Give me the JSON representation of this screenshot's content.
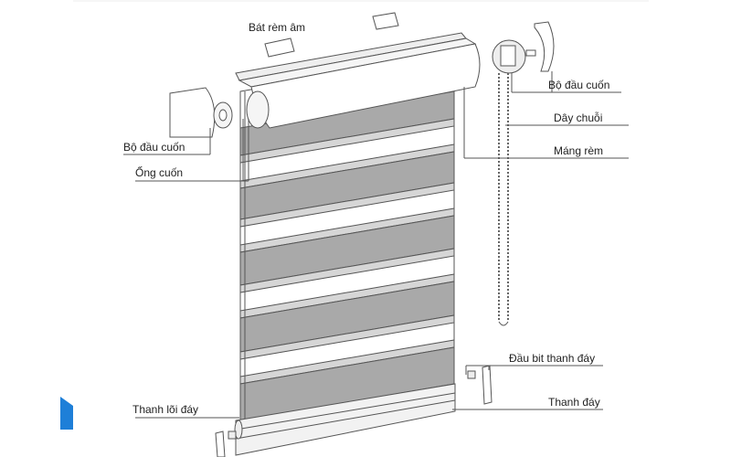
{
  "diagram": {
    "subject": "roller-blind-exploded-view",
    "labels": {
      "bracket": "Bát rèm âm",
      "end_cap_right": "Bộ đầu cuốn",
      "chain": "Dây chuỗi",
      "cassette": "Máng rèm",
      "end_cap_left": "Bộ đầu cuốn",
      "roller_tube": "Ống cuốn",
      "bottom_bar_end": "Đầu bit thanh đáy",
      "bottom_bar": "Thanh đáy",
      "bottom_core": "Thanh lõi đáy"
    },
    "colors": {
      "fabric_dark": "#a9a9a9",
      "fabric_light": "#d6d6d6",
      "outline": "#555555",
      "logo": "#1e7fd8"
    }
  }
}
